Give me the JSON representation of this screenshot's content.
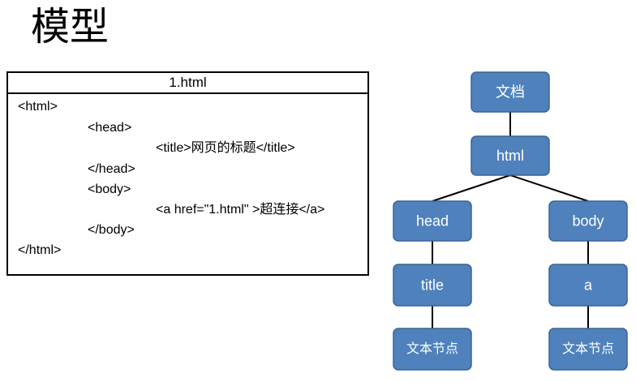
{
  "title": "模型",
  "code_panel": {
    "filename": "1.html",
    "lines": [
      "<html>",
      "<head>",
      "<title>网页的标题</title>",
      "</head>",
      "<body>",
      "<a href=\"1.html\" >超连接</a>",
      "</body>",
      "</html>"
    ]
  },
  "tree": {
    "nodes": {
      "document": "文档",
      "html": "html",
      "head": "head",
      "body": "body",
      "title": "title",
      "a": "a",
      "text_left": "文本节点",
      "text_right": "文本节点"
    },
    "node_color": "#4f81bd"
  }
}
